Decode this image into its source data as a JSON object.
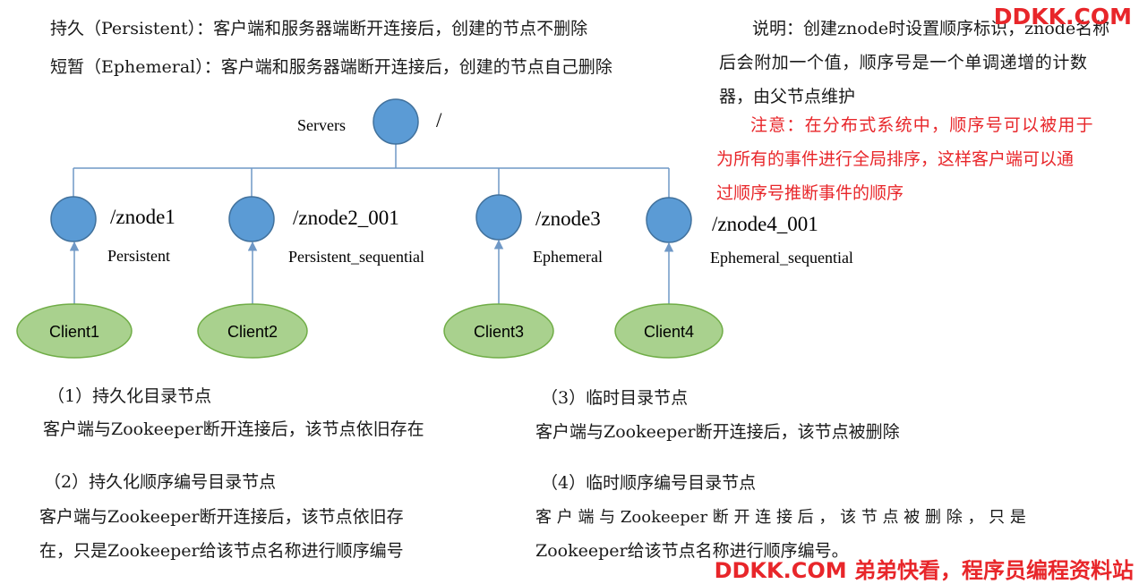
{
  "definitions": {
    "persistent": "持久（Persistent）：客户端和服务器端断开连接后，创建的节点不删除",
    "ephemeral": "短暂（Ephemeral）：客户端和服务器端断开连接后，创建的节点自己删除"
  },
  "note": {
    "line1": "说明：创建znode时设置顺序标识，znode名称",
    "line2": "后会附加一个值，顺序号是一个单调递增的计数",
    "line3": "器，由父节点维护",
    "warn1": "注意：在分布式系统中，顺序号可以被用于",
    "warn2": "为所有的事件进行全局排序，这样客户端可以通",
    "warn3": "过顺序号推断事件的顺序"
  },
  "tree": {
    "root_label": "Servers",
    "root_path": "/",
    "znodes": [
      {
        "path": "/znode1",
        "type": "Persistent",
        "client": "Client1"
      },
      {
        "path": "/znode2_001",
        "type": "Persistent_sequential",
        "client": "Client2"
      },
      {
        "path": "/znode3",
        "type": "Ephemeral",
        "client": "Client3"
      },
      {
        "path": "/znode4_001",
        "type": "Ephemeral_sequential",
        "client": "Client4"
      }
    ],
    "colors": {
      "node_fill": "#5b9bd5",
      "node_stroke": "#41719c",
      "client_fill": "#a9d18e",
      "client_stroke": "#70ad47",
      "line": "#6f98c6"
    }
  },
  "sections": [
    {
      "heading": "（1）持久化目录节点",
      "line1": "客户端与Zookeeper断开连接后，该节点依旧存在",
      "line2": ""
    },
    {
      "heading": "（2）持久化顺序编号目录节点",
      "line1": "客户端与Zookeeper断开连接后，该节点依旧存",
      "line2": "在，只是Zookeeper给该节点名称进行顺序编号"
    },
    {
      "heading": "（3）临时目录节点",
      "line1": "客户端与Zookeeper断开连接后，该节点被删除",
      "line2": ""
    },
    {
      "heading": "（4）临时顺序编号目录节点",
      "line1": "客 户 端 与 Zookeeper 断 开 连 接 后 ， 该 节 点 被 删 除 ， 只 是",
      "line2": "Zookeeper给该节点名称进行顺序编号。"
    }
  ],
  "watermark": {
    "top": "DDKK.COM",
    "bottom": "DDKK.COM 弟弟快看，程序员编程资料站"
  }
}
